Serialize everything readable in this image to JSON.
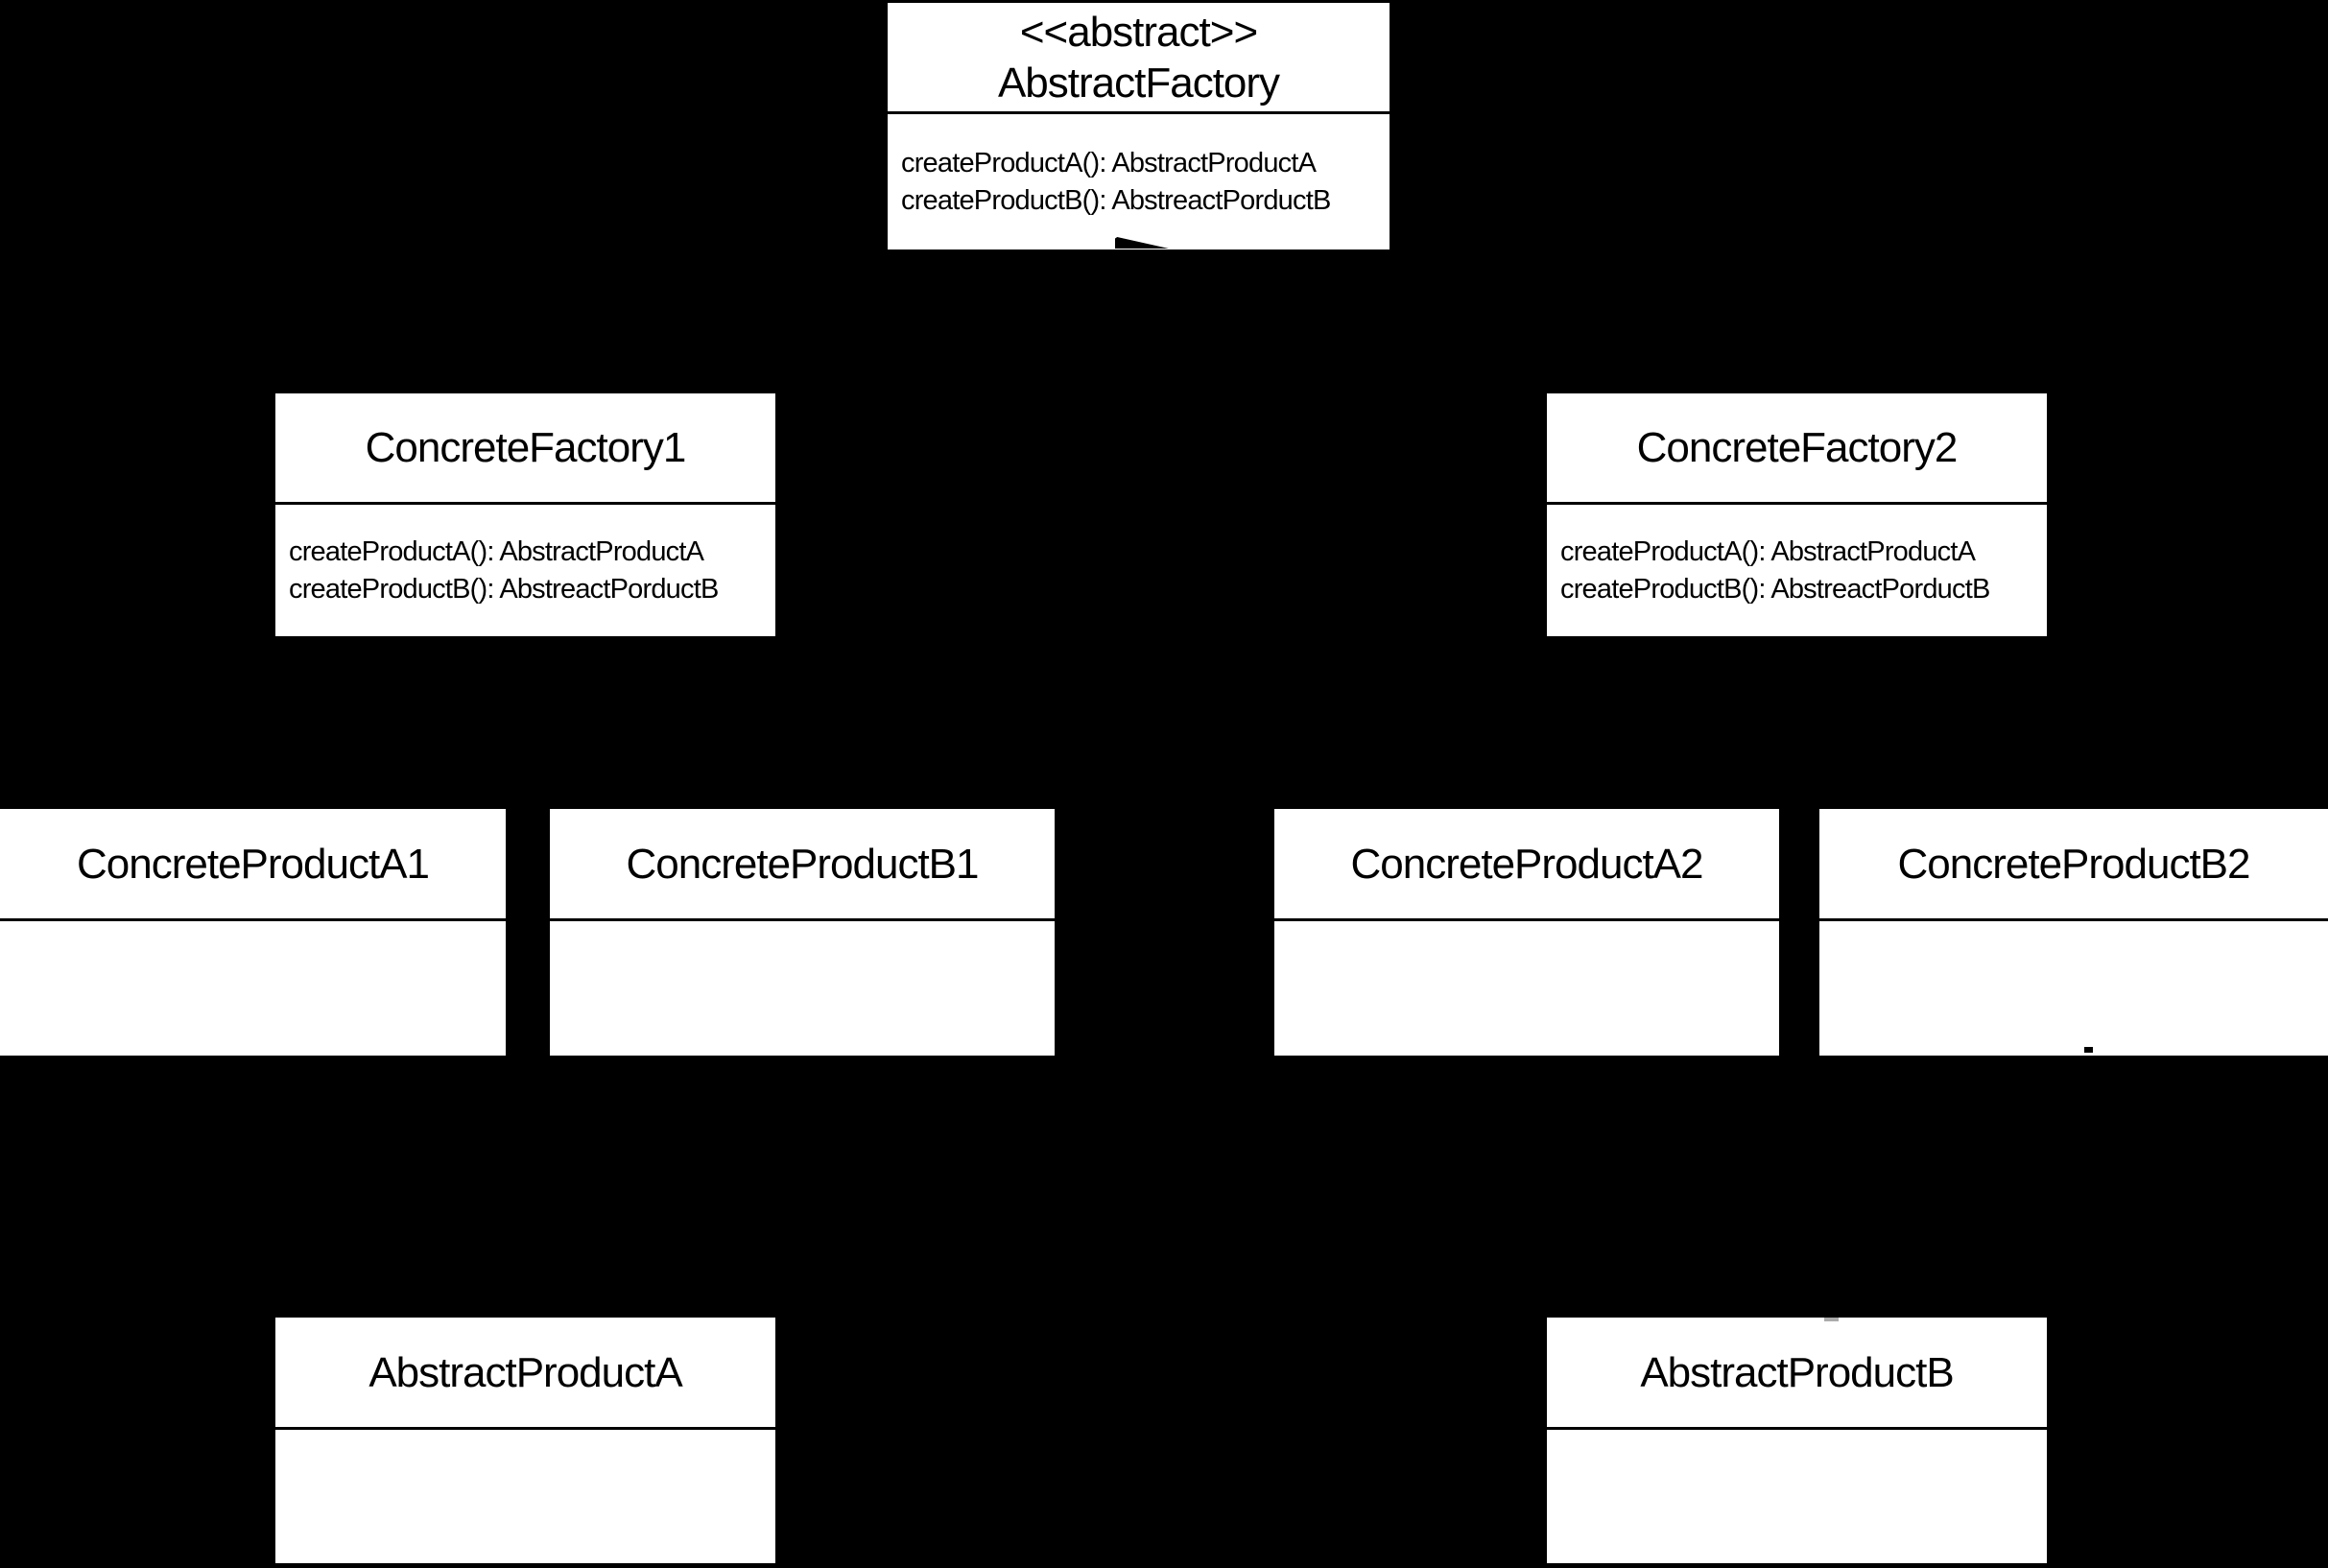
{
  "diagram": {
    "type": "uml-class-diagram",
    "pattern": "Abstract Factory",
    "colors": {
      "background": "#000000",
      "box_fill": "#ffffff",
      "line": "#000000",
      "text": "#000000"
    },
    "classes": {
      "abstract_factory": {
        "stereotype": "<<abstract>>",
        "name": "AbstractFactory",
        "methods": [
          "createProductA(): AbstractProductA",
          "createProductB(): AbstreactPorductB"
        ]
      },
      "concrete_factory_1": {
        "name": "ConcreteFactory1",
        "methods": [
          "createProductA(): AbstractProductA",
          "createProductB(): AbstreactPorductB"
        ]
      },
      "concrete_factory_2": {
        "name": "ConcreteFactory2",
        "methods": [
          "createProductA(): AbstractProductA",
          "createProductB(): AbstreactPorductB"
        ]
      },
      "concrete_product_a1": {
        "name": "ConcreteProductA1",
        "methods": []
      },
      "concrete_product_b1": {
        "name": "ConcreteProductB1",
        "methods": []
      },
      "concrete_product_a2": {
        "name": "ConcreteProductA2",
        "methods": []
      },
      "concrete_product_b2": {
        "name": "ConcreteProductB2",
        "methods": []
      },
      "abstract_product_a": {
        "name": "AbstractProductA",
        "methods": []
      },
      "abstract_product_b": {
        "name": "AbstractProductB",
        "methods": []
      }
    }
  }
}
